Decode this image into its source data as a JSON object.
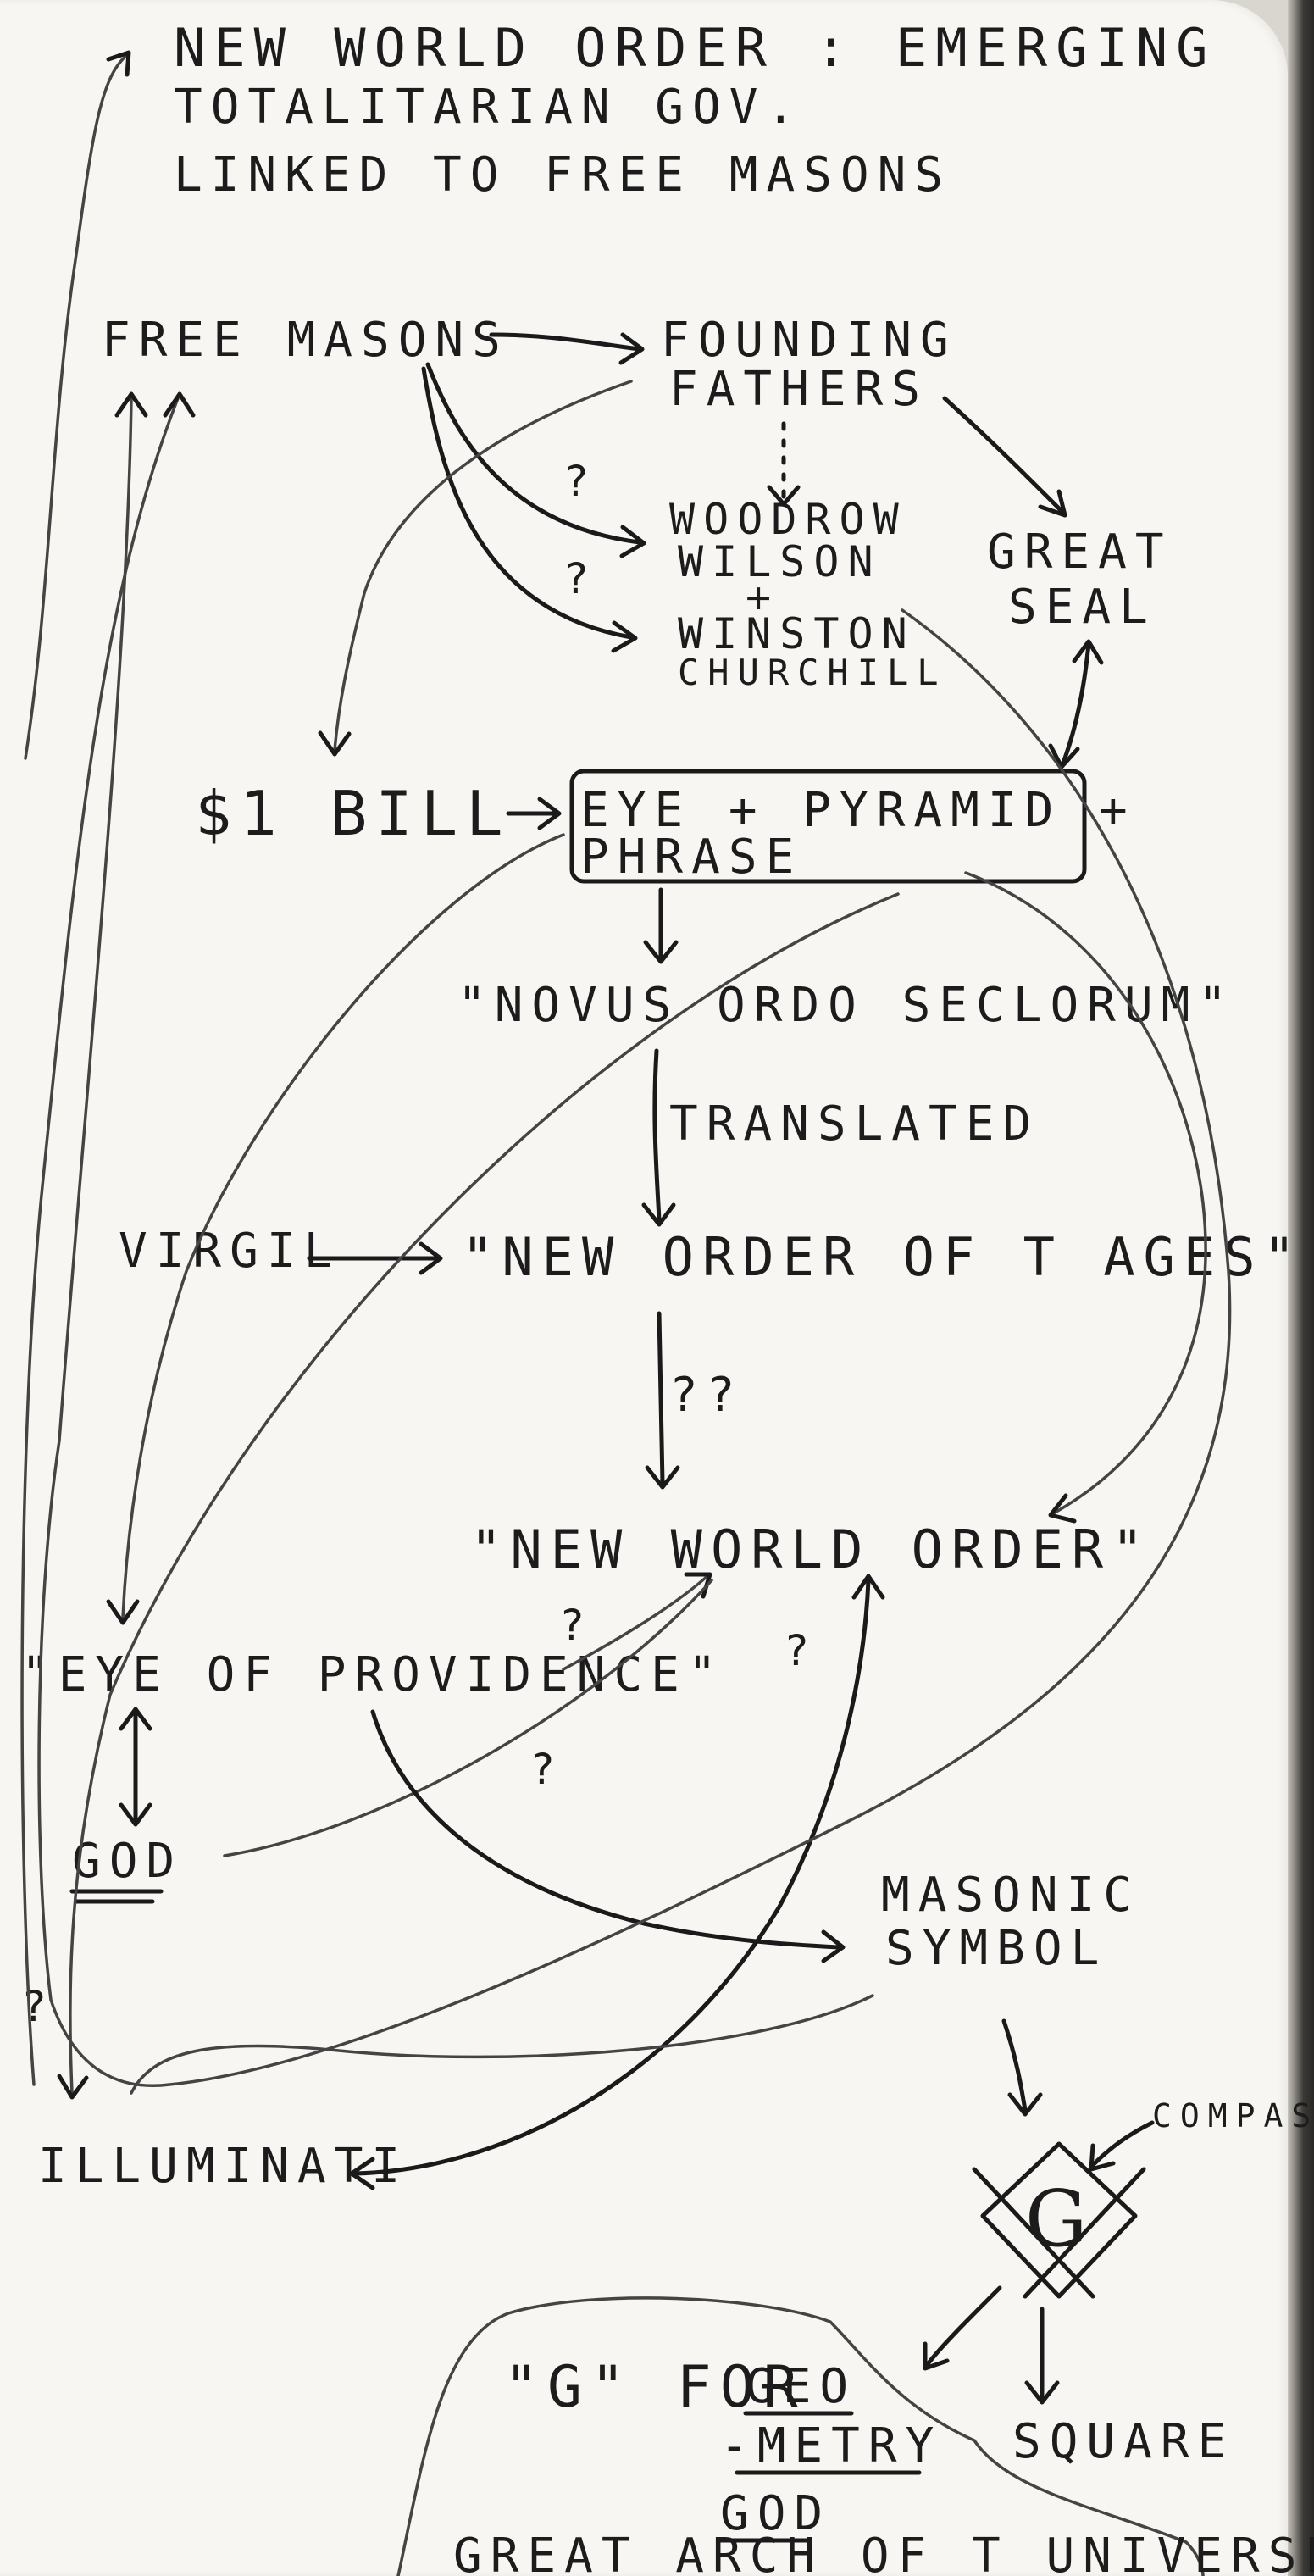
{
  "header": {
    "line1": "NEW WORLD ORDER : EMERGING",
    "line2": "TOTALITARIAN GOV.",
    "line3": "LINKED TO FREE MASONS"
  },
  "nodes": {
    "freemasons": "FREE MASONS",
    "founding_1": "FOUNDING",
    "founding_2": "FATHERS",
    "wilson_1": "WOODROW",
    "wilson_2": "WILSON",
    "plus_sign": "+",
    "churchill_1": "WINSTON",
    "churchill_2": "CHURCHILL",
    "great_seal_1": "GREAT",
    "great_seal_2": "SEAL",
    "dollar_bill": "$1 BILL",
    "eye_pyramid_1": "EYE + PYRAMID +",
    "eye_pyramid_2": "PHRASE",
    "novus": "\"NOVUS ORDO SECLORUM\"",
    "translated": "TRANSLATED",
    "virgil": "VIRGIL",
    "new_order": "\"NEW ORDER OF T AGES\"",
    "double_q": "??",
    "nwo": "\"NEW WORLD ORDER\"",
    "eye_providence": "\"EYE OF PROVIDENCE\"",
    "god": "GOD",
    "masonic_1": "MASONIC",
    "masonic_2": "SYMBOL",
    "illuminati": "ILLUMINATI",
    "compass": "COMPASS",
    "g_letter": "G",
    "square": "SQUARE",
    "g_for": "\"G\" FOR",
    "geo": "GEO",
    "metry": "-METRY",
    "god2": "GOD",
    "great_arch": "GREAT ARCH OF T UNIVERSE"
  },
  "question_marks": {
    "q1": "?",
    "q2": "?",
    "q3": "?",
    "q4": "?",
    "q5": "?",
    "q6": "?"
  }
}
